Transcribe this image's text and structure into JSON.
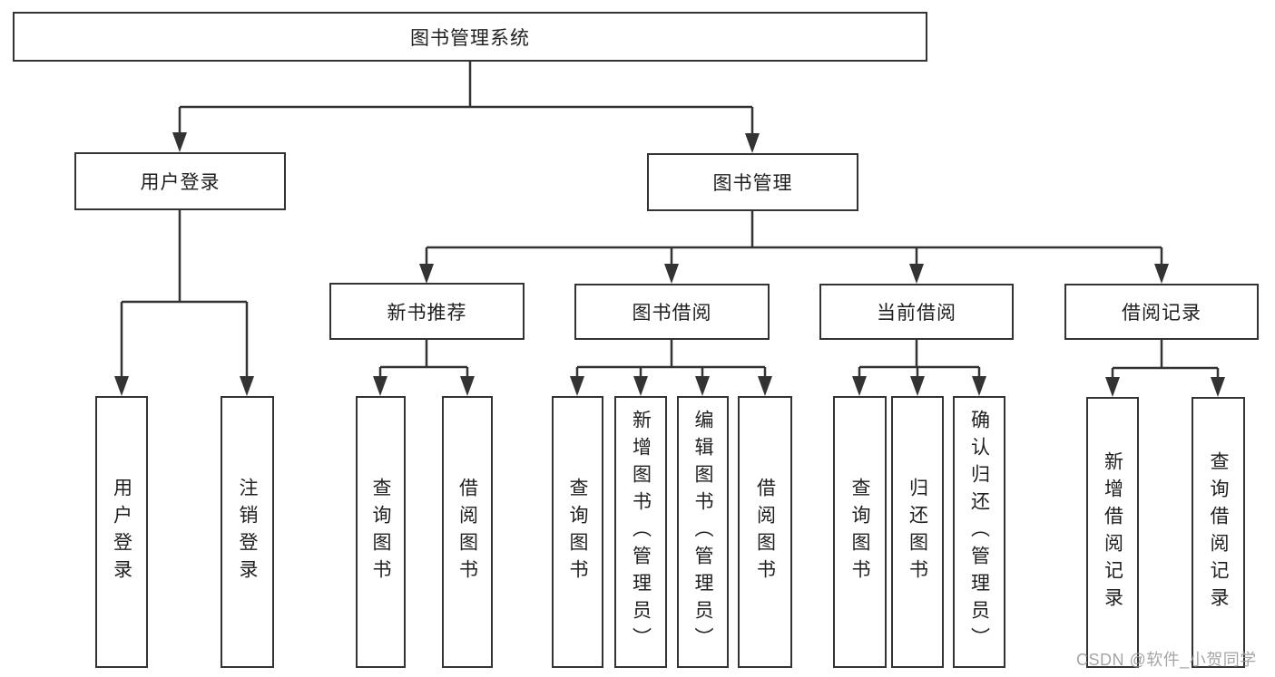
{
  "diagram_title": "图书管理系统",
  "tree": {
    "label": "图书管理系统",
    "children": [
      {
        "label": "用户登录",
        "children": [
          {
            "label": "用户登录"
          },
          {
            "label": "注销登录"
          }
        ]
      },
      {
        "label": "图书管理",
        "children": [
          {
            "label": "新书推荐",
            "children": [
              {
                "label": "查询图书"
              },
              {
                "label": "借阅图书"
              }
            ]
          },
          {
            "label": "图书借阅",
            "children": [
              {
                "label": "查询图书"
              },
              {
                "label": "新增图书（管理员）"
              },
              {
                "label": "编辑图书（管理员）"
              },
              {
                "label": "借阅图书"
              }
            ]
          },
          {
            "label": "当前借阅",
            "children": [
              {
                "label": "查询图书"
              },
              {
                "label": "归还图书"
              },
              {
                "label": "确认归还（管理员）"
              }
            ]
          },
          {
            "label": "借阅记录",
            "children": [
              {
                "label": "新增借阅记录"
              },
              {
                "label": "查询借阅记录"
              }
            ]
          }
        ]
      }
    ]
  },
  "watermark": {
    "text": "CSDN @软件_小贺同学"
  },
  "colors": {
    "line": "#333333",
    "box_border": "#333333",
    "text": "#1f1f1f",
    "watermark": "#9c9c9c",
    "background": "#ffffff"
  }
}
